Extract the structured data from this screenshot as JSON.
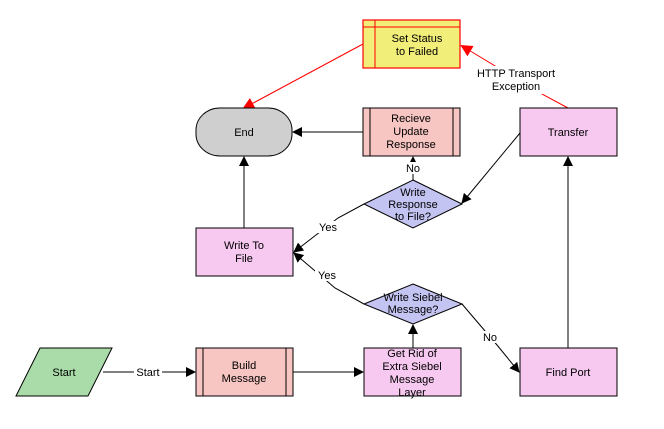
{
  "diagram": {
    "title": "",
    "colors": {
      "process_fill": "#f7c8f0",
      "subprocess_fill": "#f7c6c2",
      "terminator_fill": "#cfcfcf",
      "decision_fill": "#c4c4f2",
      "start_fill": "#a9dca9",
      "error_fill": "#f2ee7a",
      "error_stroke": "#ff0000",
      "line": "#000000",
      "error_line": "#ff0000"
    },
    "nodes": {
      "set_status": {
        "label_lines": [
          "Set Status",
          "to Failed"
        ],
        "type": "error-subprocess"
      },
      "end": {
        "label_lines": [
          "End"
        ],
        "type": "terminator"
      },
      "receive": {
        "label_lines": [
          "Recieve",
          "Update",
          "Response"
        ],
        "type": "subprocess"
      },
      "transfer": {
        "label_lines": [
          "Transfer"
        ],
        "type": "process"
      },
      "write_response": {
        "label_lines": [
          "Write",
          "Response",
          "to File?"
        ],
        "type": "decision"
      },
      "write_to_file": {
        "label_lines": [
          "Write To",
          "File"
        ],
        "type": "process"
      },
      "write_siebel": {
        "label_lines": [
          "Write Siebel",
          "Message?"
        ],
        "type": "decision"
      },
      "start": {
        "label_lines": [
          "Start"
        ],
        "type": "start"
      },
      "build": {
        "label_lines": [
          "Build",
          "Message"
        ],
        "type": "subprocess"
      },
      "get_rid": {
        "label_lines": [
          "Get Rid of",
          "Extra Siebel",
          "Message",
          "Layer"
        ],
        "type": "process"
      },
      "find_port": {
        "label_lines": [
          "Find Port"
        ],
        "type": "process"
      }
    },
    "edges": {
      "start_to_build": "Start",
      "http_exception_lines": [
        "HTTP Transport",
        "Exception"
      ],
      "write_response_no": "No",
      "write_response_yes": "Yes",
      "write_siebel_yes": "Yes",
      "write_siebel_no": "No"
    }
  }
}
